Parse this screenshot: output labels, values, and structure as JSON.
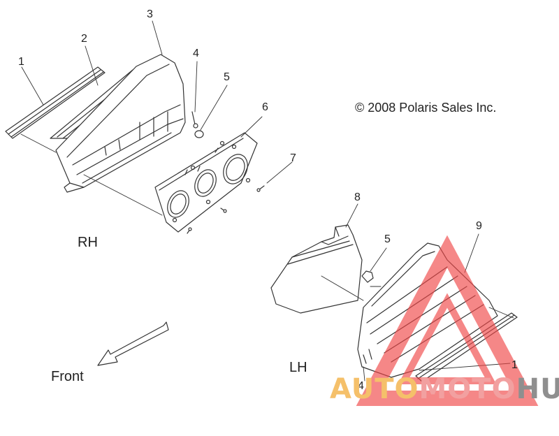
{
  "copyright": "© 2008 Polaris Sales Inc.",
  "side_labels": {
    "rh": "RH",
    "lh": "LH",
    "front": "Front"
  },
  "callouts": {
    "c1": "1",
    "c2": "2",
    "c3": "3",
    "c4": "4",
    "c5": "5",
    "c6": "6",
    "c7": "7",
    "c8": "8",
    "c5b": "5",
    "c9": "9",
    "c4b": "4",
    "c1b": "1"
  },
  "watermark": {
    "part1": "AUTO",
    "part2": "MOTO",
    "part3": "HUB",
    "color1": "#f5c06a",
    "color2": "#f2a0a0",
    "color3": "#8f8f8f",
    "logo_color": "#f04848"
  }
}
